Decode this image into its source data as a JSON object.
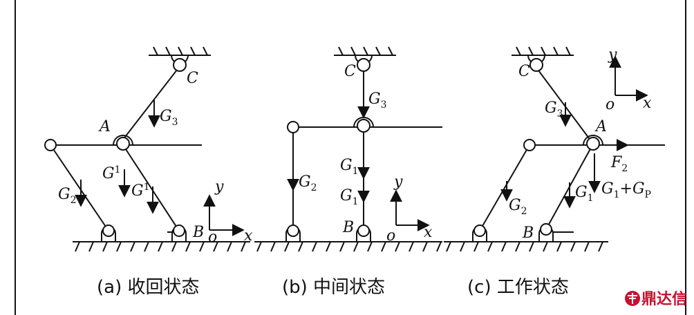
{
  "panels": {
    "a": {
      "caption": "(a) 收回状态",
      "labels": {
        "C": "C",
        "A": "A",
        "B": "B",
        "o": "o",
        "x": "x",
        "y": "y"
      },
      "forces": [
        {
          "id": "g3",
          "main": "G",
          "sub": "3"
        },
        {
          "id": "g1-left",
          "main": "G",
          "sub": "1"
        },
        {
          "id": "g1-right",
          "main": "G",
          "sub": "1"
        },
        {
          "id": "g2",
          "main": "G",
          "sub": "2"
        }
      ]
    },
    "b": {
      "caption": "(b) 中间状态",
      "labels": {
        "C": "C",
        "B": "B",
        "o": "o",
        "x": "x",
        "y": "y"
      },
      "forces": [
        {
          "id": "g3",
          "main": "G",
          "sub": "3"
        },
        {
          "id": "g2",
          "main": "G",
          "sub": "2"
        },
        {
          "id": "g1-upper",
          "main": "G",
          "sub": "1"
        },
        {
          "id": "g1-lower",
          "main": "G",
          "sub": "1"
        }
      ]
    },
    "c": {
      "caption": "(c) 工作状态",
      "labels": {
        "C": "C",
        "A": "A",
        "B": "B",
        "o": "o",
        "x": "x",
        "y": "y"
      },
      "forces": [
        {
          "id": "g3",
          "main": "G",
          "sub": "3"
        },
        {
          "id": "f2",
          "main": "F",
          "sub": "2"
        },
        {
          "id": "g1",
          "main": "G",
          "sub": "1"
        },
        {
          "id": "g1-plus-gp-a",
          "main": "G",
          "sub": "1"
        },
        {
          "id": "g1-plus-gp-plus",
          "main": "+"
        },
        {
          "id": "g1-plus-gp-b",
          "main": "G",
          "sub": "P"
        },
        {
          "id": "g2",
          "main": "G",
          "sub": "2"
        }
      ]
    }
  },
  "watermark": {
    "text": "鼎达信",
    "icon": "brand-seal-icon"
  },
  "colors": {
    "ink": "#111111",
    "watermark": "#c8102e"
  }
}
